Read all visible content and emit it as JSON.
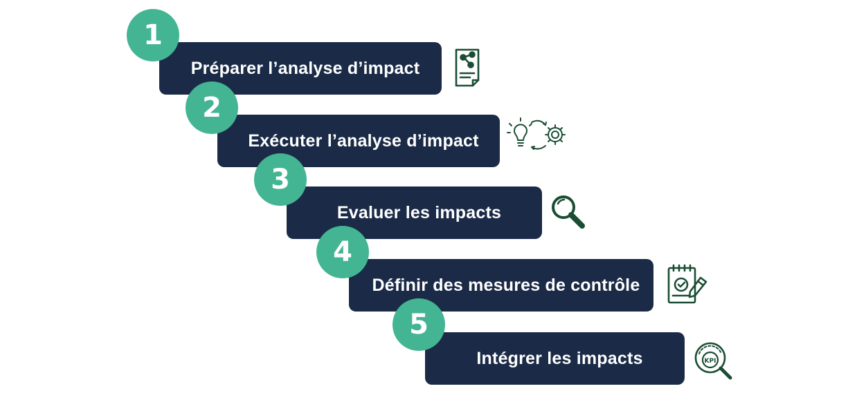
{
  "colors": {
    "bar": "#1b2b47",
    "badge": "#44b593",
    "icon": "#1a4d33",
    "text": "#ffffff"
  },
  "steps": [
    {
      "number": "1",
      "label": "Préparer l’analyse d’impact",
      "icon": "document-network-icon"
    },
    {
      "number": "2",
      "label": "Exécuter l’analyse d’impact",
      "icon": "idea-to-gear-icon"
    },
    {
      "number": "3",
      "label": "Evaluer les impacts",
      "icon": "magnifier-icon"
    },
    {
      "number": "4",
      "label": "Définir des mesures de contrôle",
      "icon": "checklist-pencil-icon"
    },
    {
      "number": "5",
      "label": "Intégrer les impacts",
      "icon": "kpi-magnifier-icon"
    }
  ]
}
